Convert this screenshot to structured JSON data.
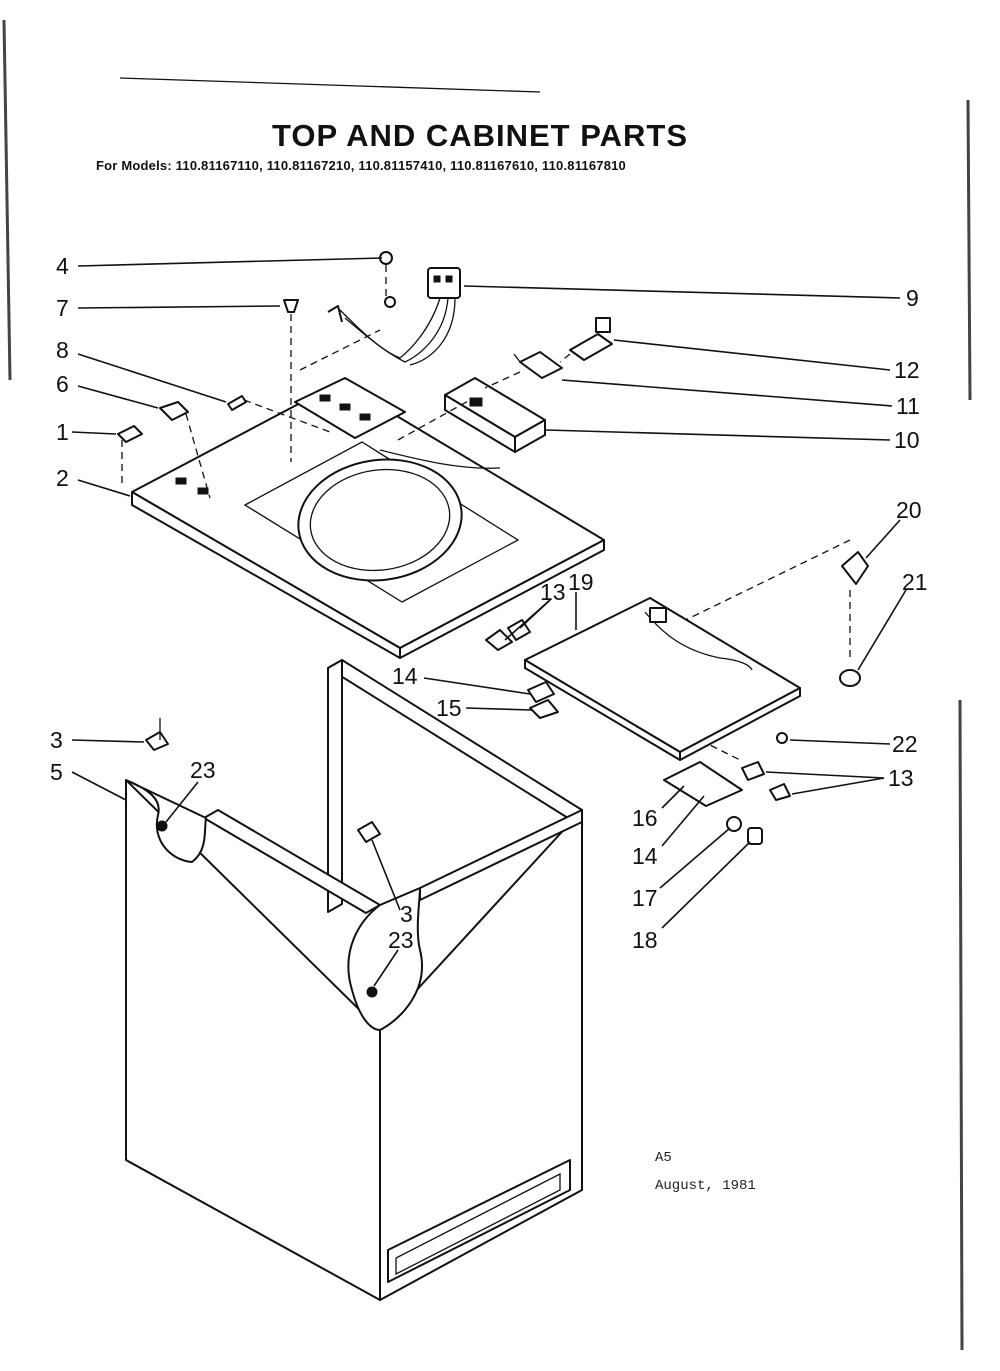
{
  "header": {
    "title": "TOP AND CABINET PARTS",
    "models": "For Models: 110.81167110, 110.81167210, 110.81157410, 110.81167610, 110.81167810"
  },
  "footer": {
    "code": "A5",
    "date": "August, 1981"
  },
  "callouts": {
    "c1": "1",
    "c2": "2",
    "c3a": "3",
    "c3b": "3",
    "c4": "4",
    "c5": "5",
    "c6": "6",
    "c7": "7",
    "c8": "8",
    "c9": "9",
    "c10": "10",
    "c11": "11",
    "c12": "12",
    "c13a": "13",
    "c13b": "13",
    "c14a": "14",
    "c14b": "14",
    "c15": "15",
    "c16": "16",
    "c17": "17",
    "c18": "18",
    "c19": "19",
    "c20": "20",
    "c21": "21",
    "c22": "22",
    "c23a": "23",
    "c23b": "23"
  }
}
